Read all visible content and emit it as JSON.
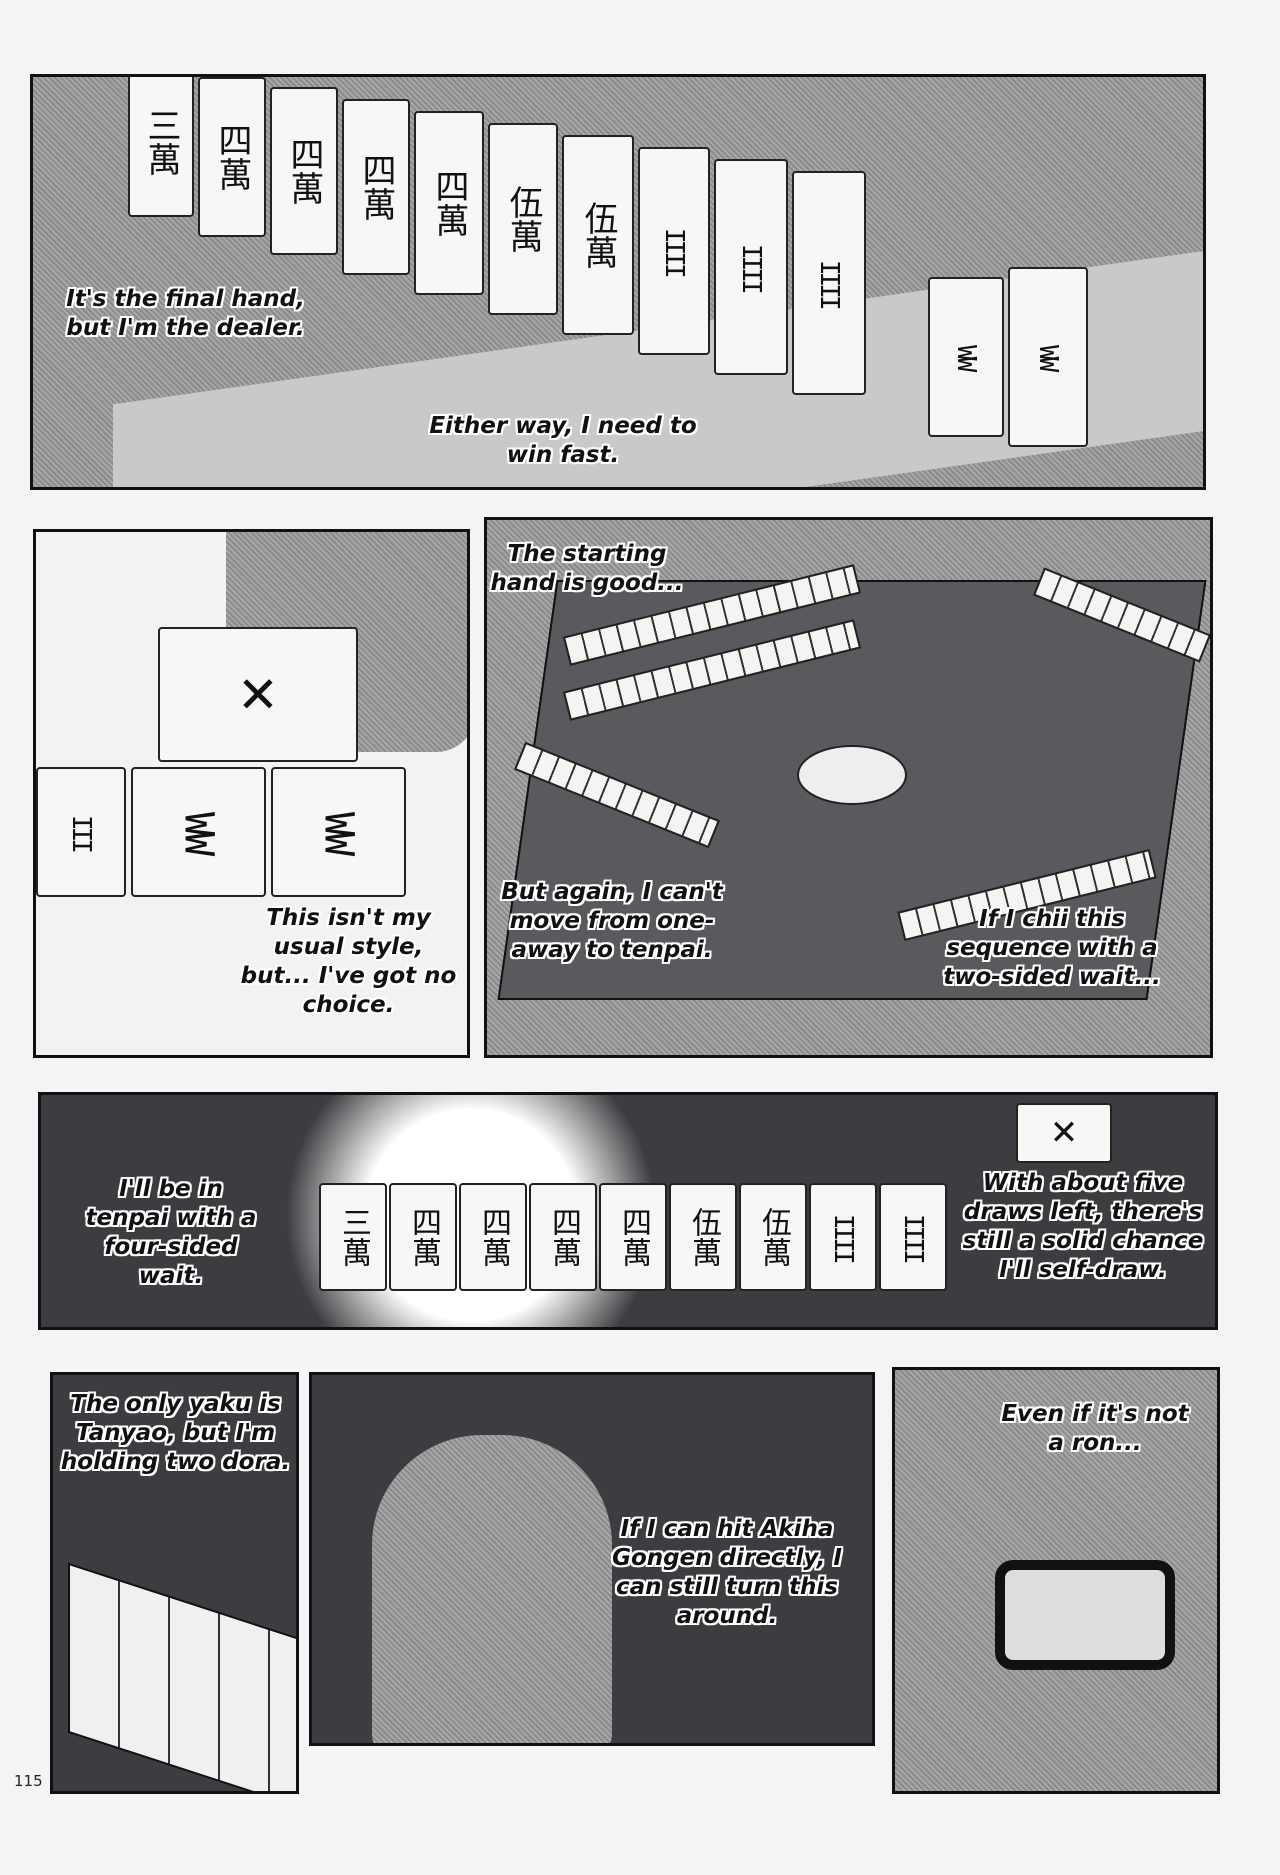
{
  "page_number": "115",
  "panels": [
    {
      "captions": [
        "It's the final hand, but I'm the dealer.",
        "Either way, I need to win fast."
      ],
      "tiles": [
        "三萬",
        "四萬",
        "四萬",
        "四萬",
        "四萬",
        "伍萬",
        "伍萬",
        "IIII",
        "IIII",
        "IIII",
        "WW",
        "WW"
      ]
    },
    {
      "captions": [
        "This isn't my usual style, but... I've got no choice."
      ],
      "tiles": [
        "III",
        "WW",
        "WW"
      ]
    },
    {
      "captions": [
        "The starting hand is good...",
        "But again, I can't move from one-away to tenpai.",
        "If I chii this sequence with a two-sided wait..."
      ]
    },
    {
      "captions": [
        "I'll be in tenpai with a four-sided wait.",
        "With about five draws left, there's still a solid chance I'll self-draw."
      ],
      "tiles": [
        "三萬",
        "四萬",
        "四萬",
        "四萬",
        "四萬",
        "伍萬",
        "伍萬",
        "IIII",
        "IIII"
      ]
    },
    {
      "captions": [
        "The only yaku is Tanyao, but I'm holding two dora."
      ]
    },
    {
      "captions": [
        "If I can hit Akiha Gongen directly, I can still turn this around."
      ]
    },
    {
      "captions": [
        "Even if it's not a ron..."
      ]
    }
  ]
}
